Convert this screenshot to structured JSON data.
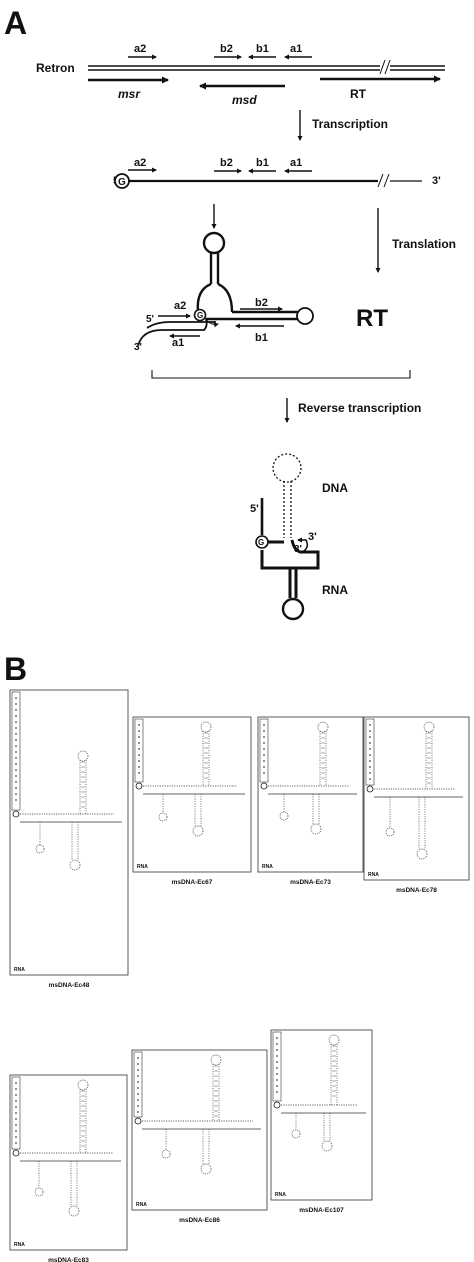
{
  "panel_a": {
    "panel_label": "A",
    "retron_label": "Retron",
    "primer_a2": "a2",
    "primer_b2": "b2",
    "primer_b1": "b1",
    "primer_a1": "a1",
    "msr_label": "msr",
    "msd_label": "msd",
    "rt_gene_label": "RT",
    "transcription_label": "Transcription",
    "five_prime": "5'",
    "three_prime": "3'",
    "g_label": "G",
    "translation_label": "Translation",
    "rt_protein_label": "RT",
    "reverse_transcription_label": "Reverse transcription",
    "dna_label": "DNA",
    "rna_label": "RNA"
  },
  "panel_b": {
    "panel_label": "B",
    "rna_tag": "RNA",
    "structures": [
      {
        "name": "msDNA-Ec48"
      },
      {
        "name": "msDNA-Ec67"
      },
      {
        "name": "msDNA-Ec73"
      },
      {
        "name": "msDNA-Ec78"
      },
      {
        "name": "msDNA-Ec83"
      },
      {
        "name": "msDNA-Ec86"
      },
      {
        "name": "msDNA-Ec107"
      }
    ]
  }
}
